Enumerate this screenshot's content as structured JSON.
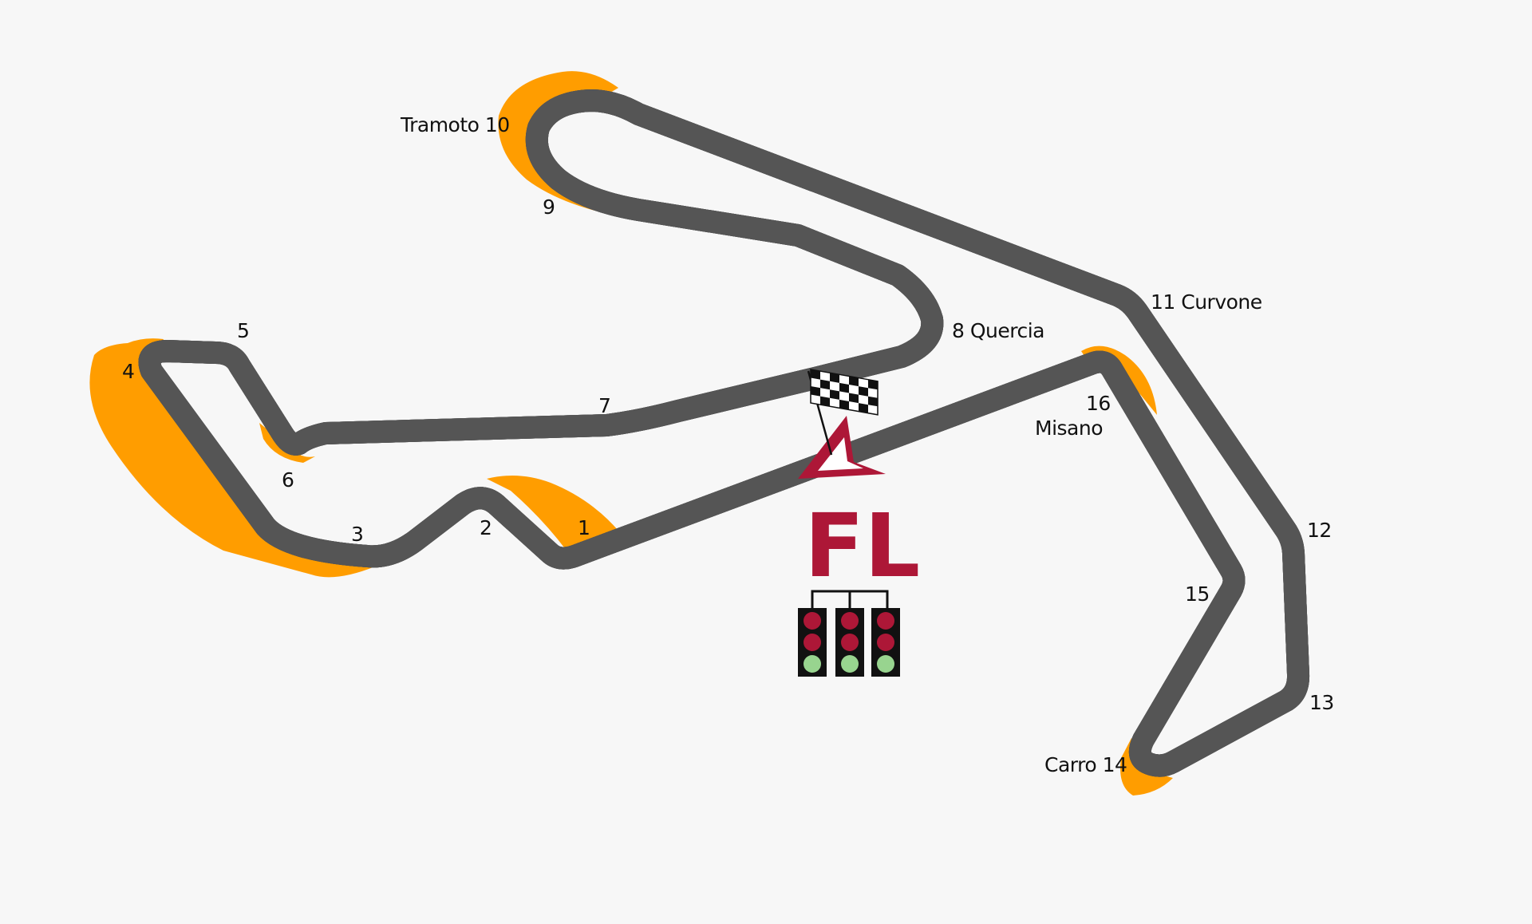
{
  "map": {
    "type": "race-circuit-layout",
    "background_color": "#f7f7f7",
    "track_color": "#555555",
    "runoff_color": "#ff9d00",
    "accent_color": "#ad1737",
    "corners": [
      {
        "number": "1",
        "name": "",
        "label": "1"
      },
      {
        "number": "2",
        "name": "",
        "label": "2"
      },
      {
        "number": "3",
        "name": "",
        "label": "3"
      },
      {
        "number": "4",
        "name": "",
        "label": "4"
      },
      {
        "number": "5",
        "name": "",
        "label": "5"
      },
      {
        "number": "6",
        "name": "",
        "label": "6"
      },
      {
        "number": "7",
        "name": "",
        "label": "7"
      },
      {
        "number": "8",
        "name": "Quercia",
        "label": "8 Quercia"
      },
      {
        "number": "9",
        "name": "",
        "label": "9"
      },
      {
        "number": "10",
        "name": "Tramoto",
        "label": "Tramoto 10"
      },
      {
        "number": "11",
        "name": "Curvone",
        "label": "11 Curvone"
      },
      {
        "number": "12",
        "name": "",
        "label": "12"
      },
      {
        "number": "13",
        "name": "",
        "label": "13"
      },
      {
        "number": "14",
        "name": "Carro",
        "label": "Carro 14"
      },
      {
        "number": "15",
        "name": "",
        "label": "15"
      },
      {
        "number": "16",
        "name": "Misano",
        "label_number": "16",
        "label_name": "Misano"
      }
    ],
    "icons": {
      "finish_flag": "checkered-flag-icon",
      "start_marker": "start-arrow-icon",
      "fl_marker": "FL",
      "start_lights": {
        "count": 3,
        "lights_per_column": [
          "red",
          "red",
          "green"
        ],
        "red": "#ad1737",
        "green": "#98d48f"
      }
    }
  }
}
